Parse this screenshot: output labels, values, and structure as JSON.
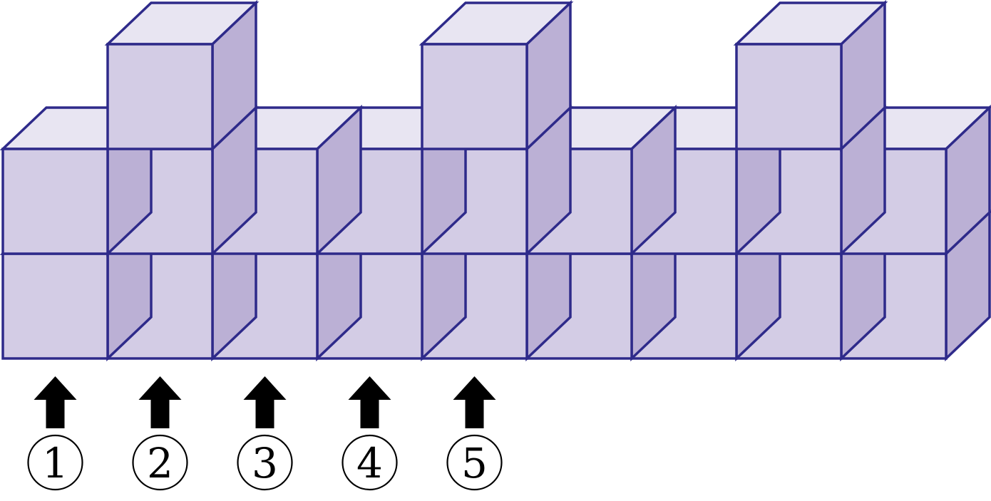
{
  "colors": {
    "front": "#d3cce5",
    "top": "#e8e5f2",
    "side": "#bbb0d5",
    "outline": "#2e2a8a",
    "arrow": "#000000",
    "background": "#ffffff"
  },
  "figure": {
    "bottom_row_cubes": 9,
    "middle_row_cubes": 9,
    "top_cubes_above_columns": [
      2,
      5,
      8
    ]
  },
  "markers": [
    {
      "label": "1",
      "column": 1,
      "icon": "arrow-up-icon"
    },
    {
      "label": "2",
      "column": 2,
      "icon": "arrow-up-icon"
    },
    {
      "label": "3",
      "column": 3,
      "icon": "arrow-up-icon"
    },
    {
      "label": "4",
      "column": 4,
      "icon": "arrow-up-icon"
    },
    {
      "label": "5",
      "column": 5,
      "icon": "arrow-up-icon"
    }
  ]
}
